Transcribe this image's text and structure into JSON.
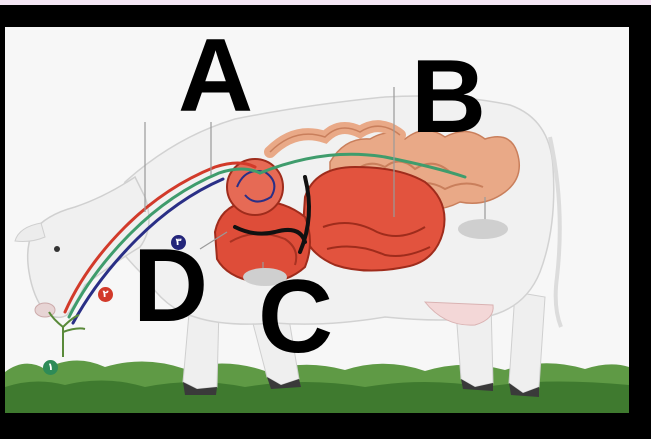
{
  "labels": {
    "a": "A",
    "b": "B",
    "c": "C",
    "d": "D"
  },
  "markers": {
    "one": "١",
    "two": "٢",
    "three": "٣"
  },
  "colors": {
    "frame": "#000000",
    "background": "#f7f7f7",
    "cow_body": "#f2f2f2",
    "organ_red": "#e2533e",
    "organ_dark": "#b8331f",
    "intestine_tan": "#e9a987",
    "grass": "#4e8a3a",
    "path_green": "#3f9c6c",
    "path_blue": "#2a2f86",
    "path_red": "#d23a2a"
  }
}
